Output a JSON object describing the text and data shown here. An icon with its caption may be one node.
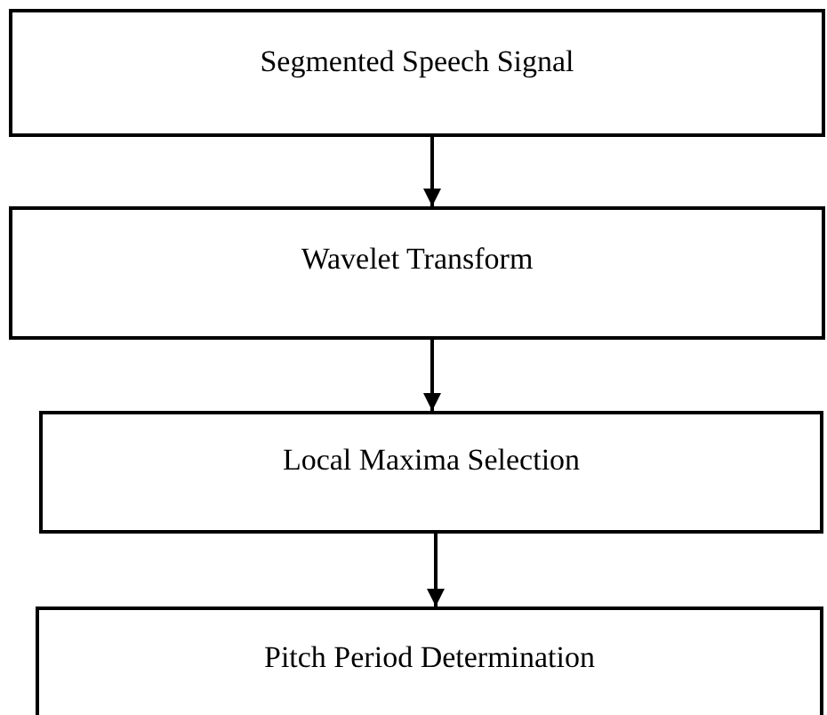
{
  "diagram": {
    "nodes": [
      {
        "text": [
          "Segmented Speech Signal"
        ]
      },
      {
        "text": [
          "Wavelet Transform"
        ]
      },
      {
        "text": [
          "Local Maxima Selection"
        ]
      },
      {
        "text": [
          "Pitch Period Determination"
        ]
      }
    ],
    "edges": [
      {
        "from": 0,
        "to": 1,
        "arrow": "to"
      },
      {
        "from": 1,
        "to": 2,
        "arrow": "to"
      },
      {
        "from": 2,
        "to": 3,
        "arrow": "to"
      }
    ]
  }
}
